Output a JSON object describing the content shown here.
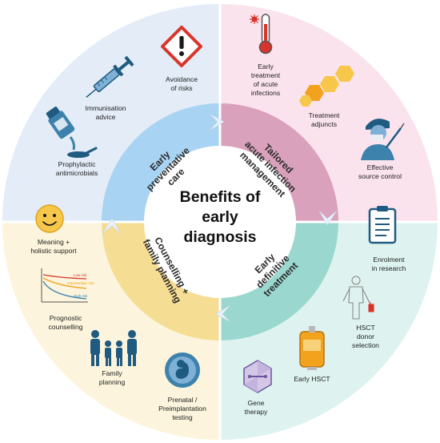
{
  "center_title": [
    "Benefits of",
    "early",
    "diagnosis"
  ],
  "ring_segments": [
    {
      "lines": [
        "Early",
        "preventative",
        "care"
      ]
    },
    {
      "lines": [
        "Tailored",
        "acute infection",
        "management"
      ]
    },
    {
      "lines": [
        "Early",
        "definitive",
        "treatment"
      ]
    },
    {
      "lines": [
        "Counselling +",
        "family planning"
      ]
    }
  ],
  "outer_items": {
    "avoidance": [
      "Avoidance",
      "of risks"
    ],
    "immunisation": [
      "Immunisation",
      "advice"
    ],
    "prophylactic": [
      "Prophylactic",
      "antimicrobials"
    ],
    "early_treatment": [
      "Early",
      "treatment",
      "of acute",
      "infections"
    ],
    "adjuncts": [
      "Treatment",
      "adjuncts"
    ],
    "source_control": [
      "Effective",
      "source control"
    ],
    "enrolment": [
      "Enrolment",
      "in research"
    ],
    "hsct_donor": [
      "HSCT",
      "donor",
      "selection"
    ],
    "early_hsct": [
      "Early HSCT"
    ],
    "gene_therapy": [
      "Gene",
      "therapy"
    ],
    "meaning": [
      "Meaning +",
      "holistic support"
    ],
    "prognostic": [
      "Prognostic",
      "counselling"
    ],
    "family": [
      "Family",
      "planning"
    ],
    "prenatal": [
      "Prenatal /",
      "Preimplantation",
      "testing"
    ]
  },
  "graph_labels": {
    "low": "Low risk",
    "intermediate": "Intermediate risk",
    "high": "High risk"
  },
  "colors": {
    "prevent_bg": "#e3ecf7",
    "prevent_band": "#a9d3f2",
    "acute_bg": "#fbe3ee",
    "acute_band": "#d9a1bb",
    "definitive_bg": "#def3ef",
    "definitive_band": "#9ad8cf",
    "counsel_bg": "#fcf4dc",
    "counsel_band": "#f5dd94",
    "icon_dark": "#1f5a80",
    "icon_mid": "#3d82ad",
    "icon_light": "#7fb1d6"
  }
}
